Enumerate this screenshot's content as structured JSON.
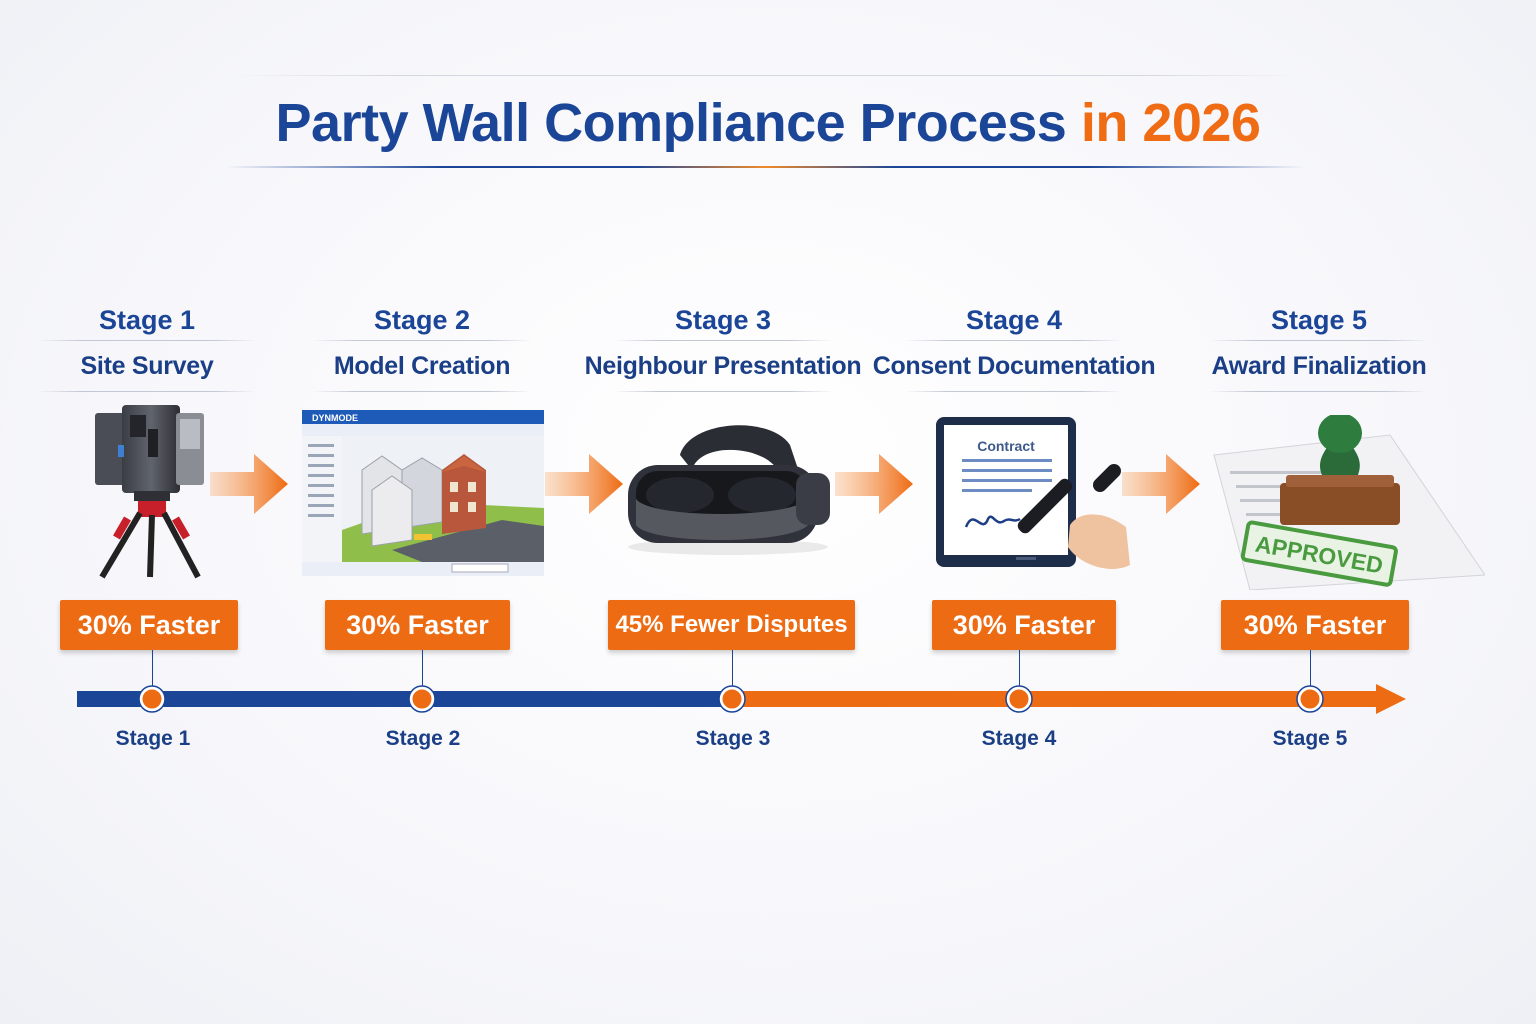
{
  "title": {
    "main": "Party Wall Compliance Process",
    "accent": "in 2026"
  },
  "stages": [
    {
      "label": "Stage 1",
      "name": "Site Survey",
      "badge": "30% Faster",
      "icon": "laser-scanner-icon"
    },
    {
      "label": "Stage 2",
      "name": "Model Creation",
      "badge": "30% Faster",
      "icon": "3d-model-software-icon"
    },
    {
      "label": "Stage 3",
      "name": "Neighbour Presentation",
      "badge": "45% Fewer Disputes",
      "icon": "vr-headset-icon"
    },
    {
      "label": "Stage 4",
      "name": "Consent Documentation",
      "badge": "30% Faster",
      "icon": "signed-contract-tablet-icon"
    },
    {
      "label": "Stage 5",
      "name": "Award Finalization",
      "badge": "30% Faster",
      "icon": "approved-stamp-icon"
    }
  ],
  "illustration_text": {
    "contract": "Contract",
    "approved": "APPROVED",
    "app_brand": "DYNMODE"
  },
  "timeline": {
    "labels": [
      "Stage 1",
      "Stage 2",
      "Stage 3",
      "Stage 4",
      "Stage 5"
    ]
  },
  "colors": {
    "navy": "#1b4597",
    "orange": "#ed6b13"
  }
}
